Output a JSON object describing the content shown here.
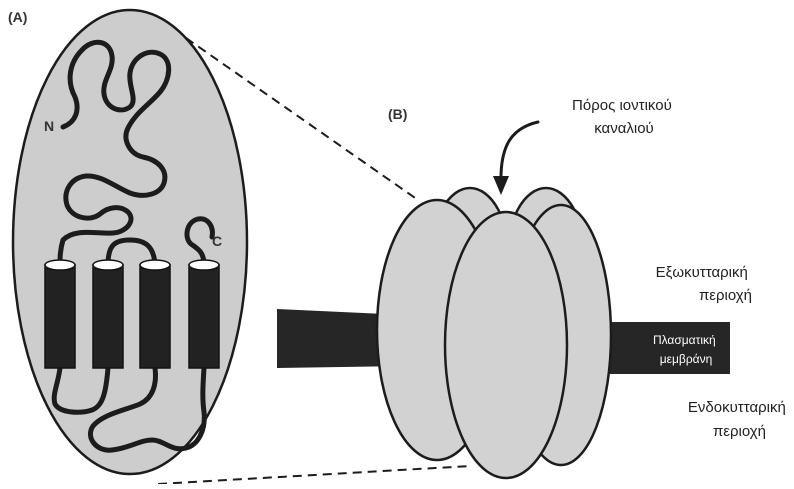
{
  "panel_a": {
    "label": "(A)",
    "n_terminus": "N",
    "c_terminus": "C"
  },
  "panel_b": {
    "label": "(B)",
    "pore_label": [
      "Πόρος ιοντικού",
      "καναλιού"
    ],
    "extracellular_label": [
      "Εξωκυτταρική",
      "περιοχή"
    ],
    "membrane_label": [
      "Πλασματική",
      "μεμβράνη"
    ],
    "intracellular_label": [
      "Ενδοκυτταρική",
      "περιοχή"
    ]
  },
  "colors": {
    "ellipse_fill": "#cdcdcd",
    "subunit_fill": "#d2d2d2",
    "outline": "#1c1c1c",
    "membrane": "#262626",
    "helix": "#222222"
  }
}
